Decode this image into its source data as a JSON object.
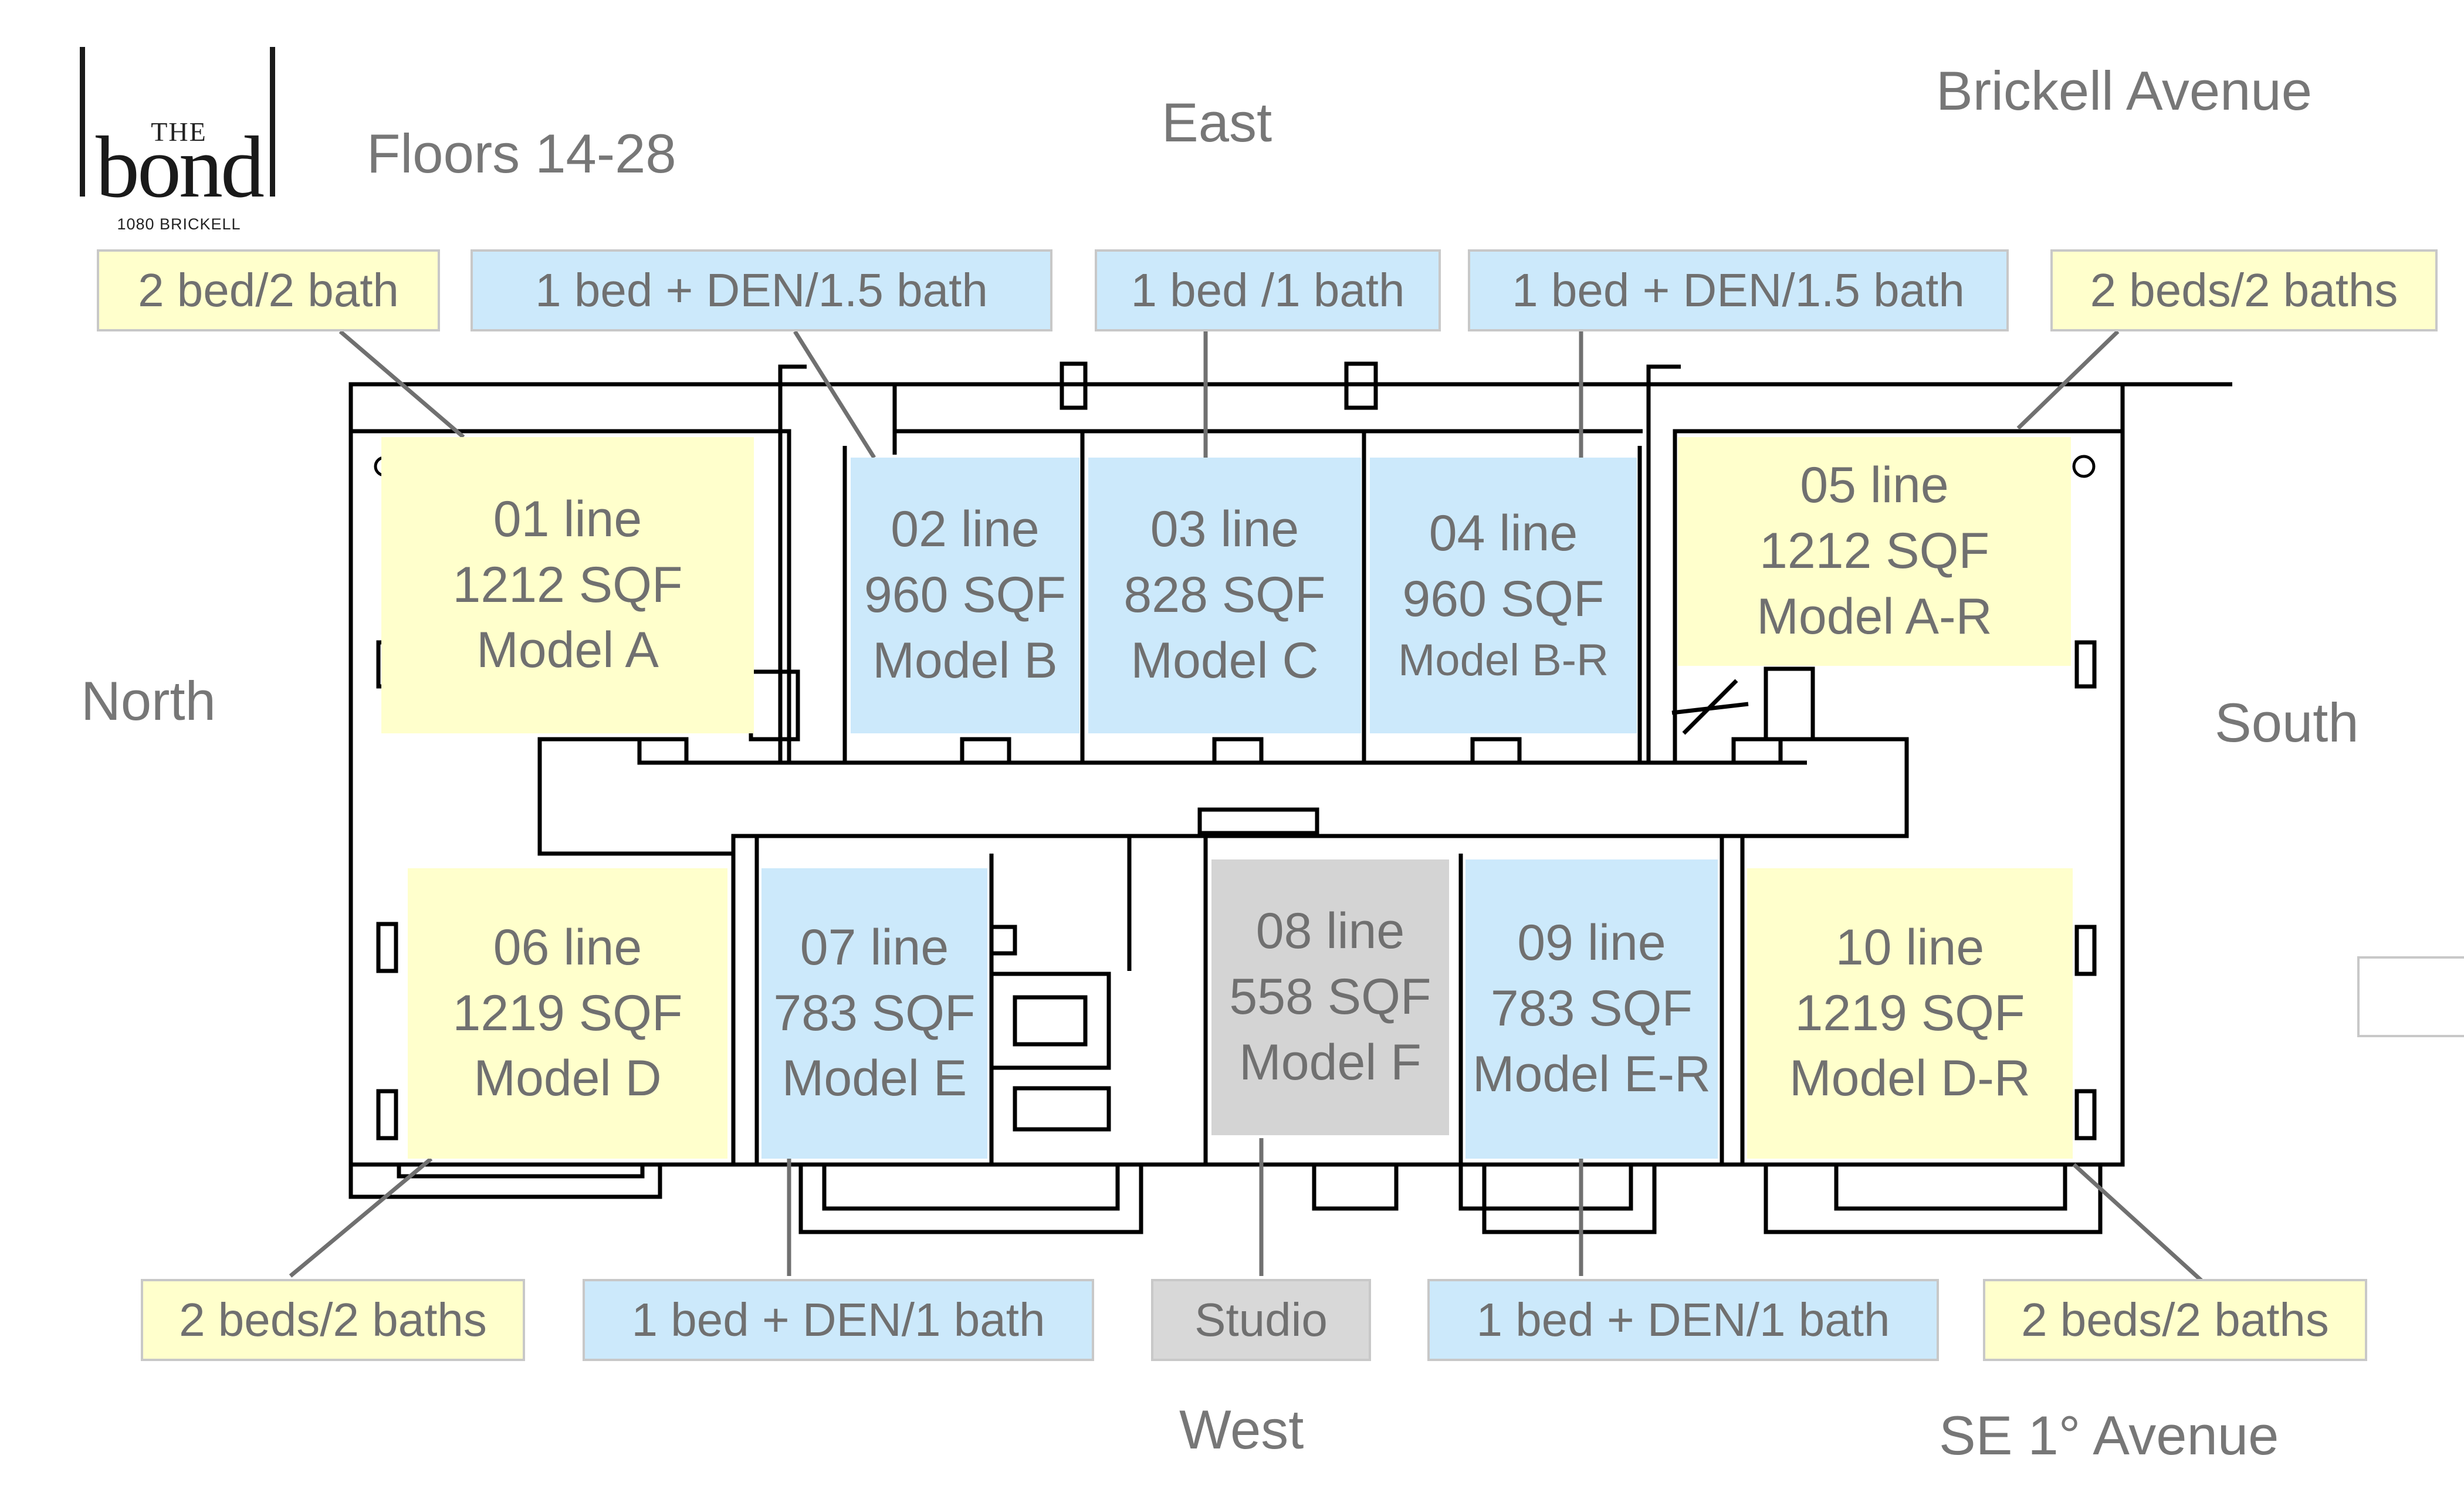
{
  "logo": {
    "the": "THE",
    "word": "bond",
    "sub": "1080 BRICKELL"
  },
  "headings": {
    "floors": "Floors 14-28",
    "east": "East",
    "west": "West",
    "north": "North",
    "south": "South",
    "street_top": "Brickell Avenue",
    "street_bottom": "SE 1° Avenue"
  },
  "callouts_top": [
    {
      "label": "2 bed/2 bath",
      "color": "#ffffcc"
    },
    {
      "label": "1 bed + DEN/1.5 bath",
      "color": "#cce9fb"
    },
    {
      "label": "1 bed /1 bath",
      "color": "#cce9fb"
    },
    {
      "label": "1 bed + DEN/1.5 bath",
      "color": "#cce9fb"
    },
    {
      "label": "2 beds/2 baths",
      "color": "#ffffcc"
    }
  ],
  "callouts_bottom": [
    {
      "label": "2 beds/2 baths",
      "color": "#ffffcc"
    },
    {
      "label": "1 bed + DEN/1 bath",
      "color": "#cce9fb"
    },
    {
      "label": "Studio",
      "color": "#d8d8d8"
    },
    {
      "label": "1 bed + DEN/1 bath",
      "color": "#cce9fb"
    },
    {
      "label": "2 beds/2 baths",
      "color": "#ffffcc"
    }
  ],
  "units": [
    {
      "line": "01 line",
      "sqf": "1212 SQF",
      "model": "Model A"
    },
    {
      "line": "02 line",
      "sqf": "960 SQF",
      "model": "Model B"
    },
    {
      "line": "03 line",
      "sqf": "828 SQF",
      "model": "Model C"
    },
    {
      "line": "04 line",
      "sqf": "960 SQF",
      "model": "Model B-R"
    },
    {
      "line": "05 line",
      "sqf": "1212 SQF",
      "model": "Model A-R"
    },
    {
      "line": "06 line",
      "sqf": "1219 SQF",
      "model": "Model D"
    },
    {
      "line": "07 line",
      "sqf": "783 SQF",
      "model": "Model E"
    },
    {
      "line": "08 line",
      "sqf": "558 SQF",
      "model": "Model F"
    },
    {
      "line": "09 line",
      "sqf": "783 SQF",
      "model": "Model E-R"
    },
    {
      "line": "10 line",
      "sqf": "1219 SQF",
      "model": "Model D-R"
    }
  ],
  "colors": {
    "two_bed": "#ffffcc",
    "one_bed": "#cce9fb",
    "studio": "#d8d8d8",
    "walls": "#000000",
    "text": "#707070"
  }
}
